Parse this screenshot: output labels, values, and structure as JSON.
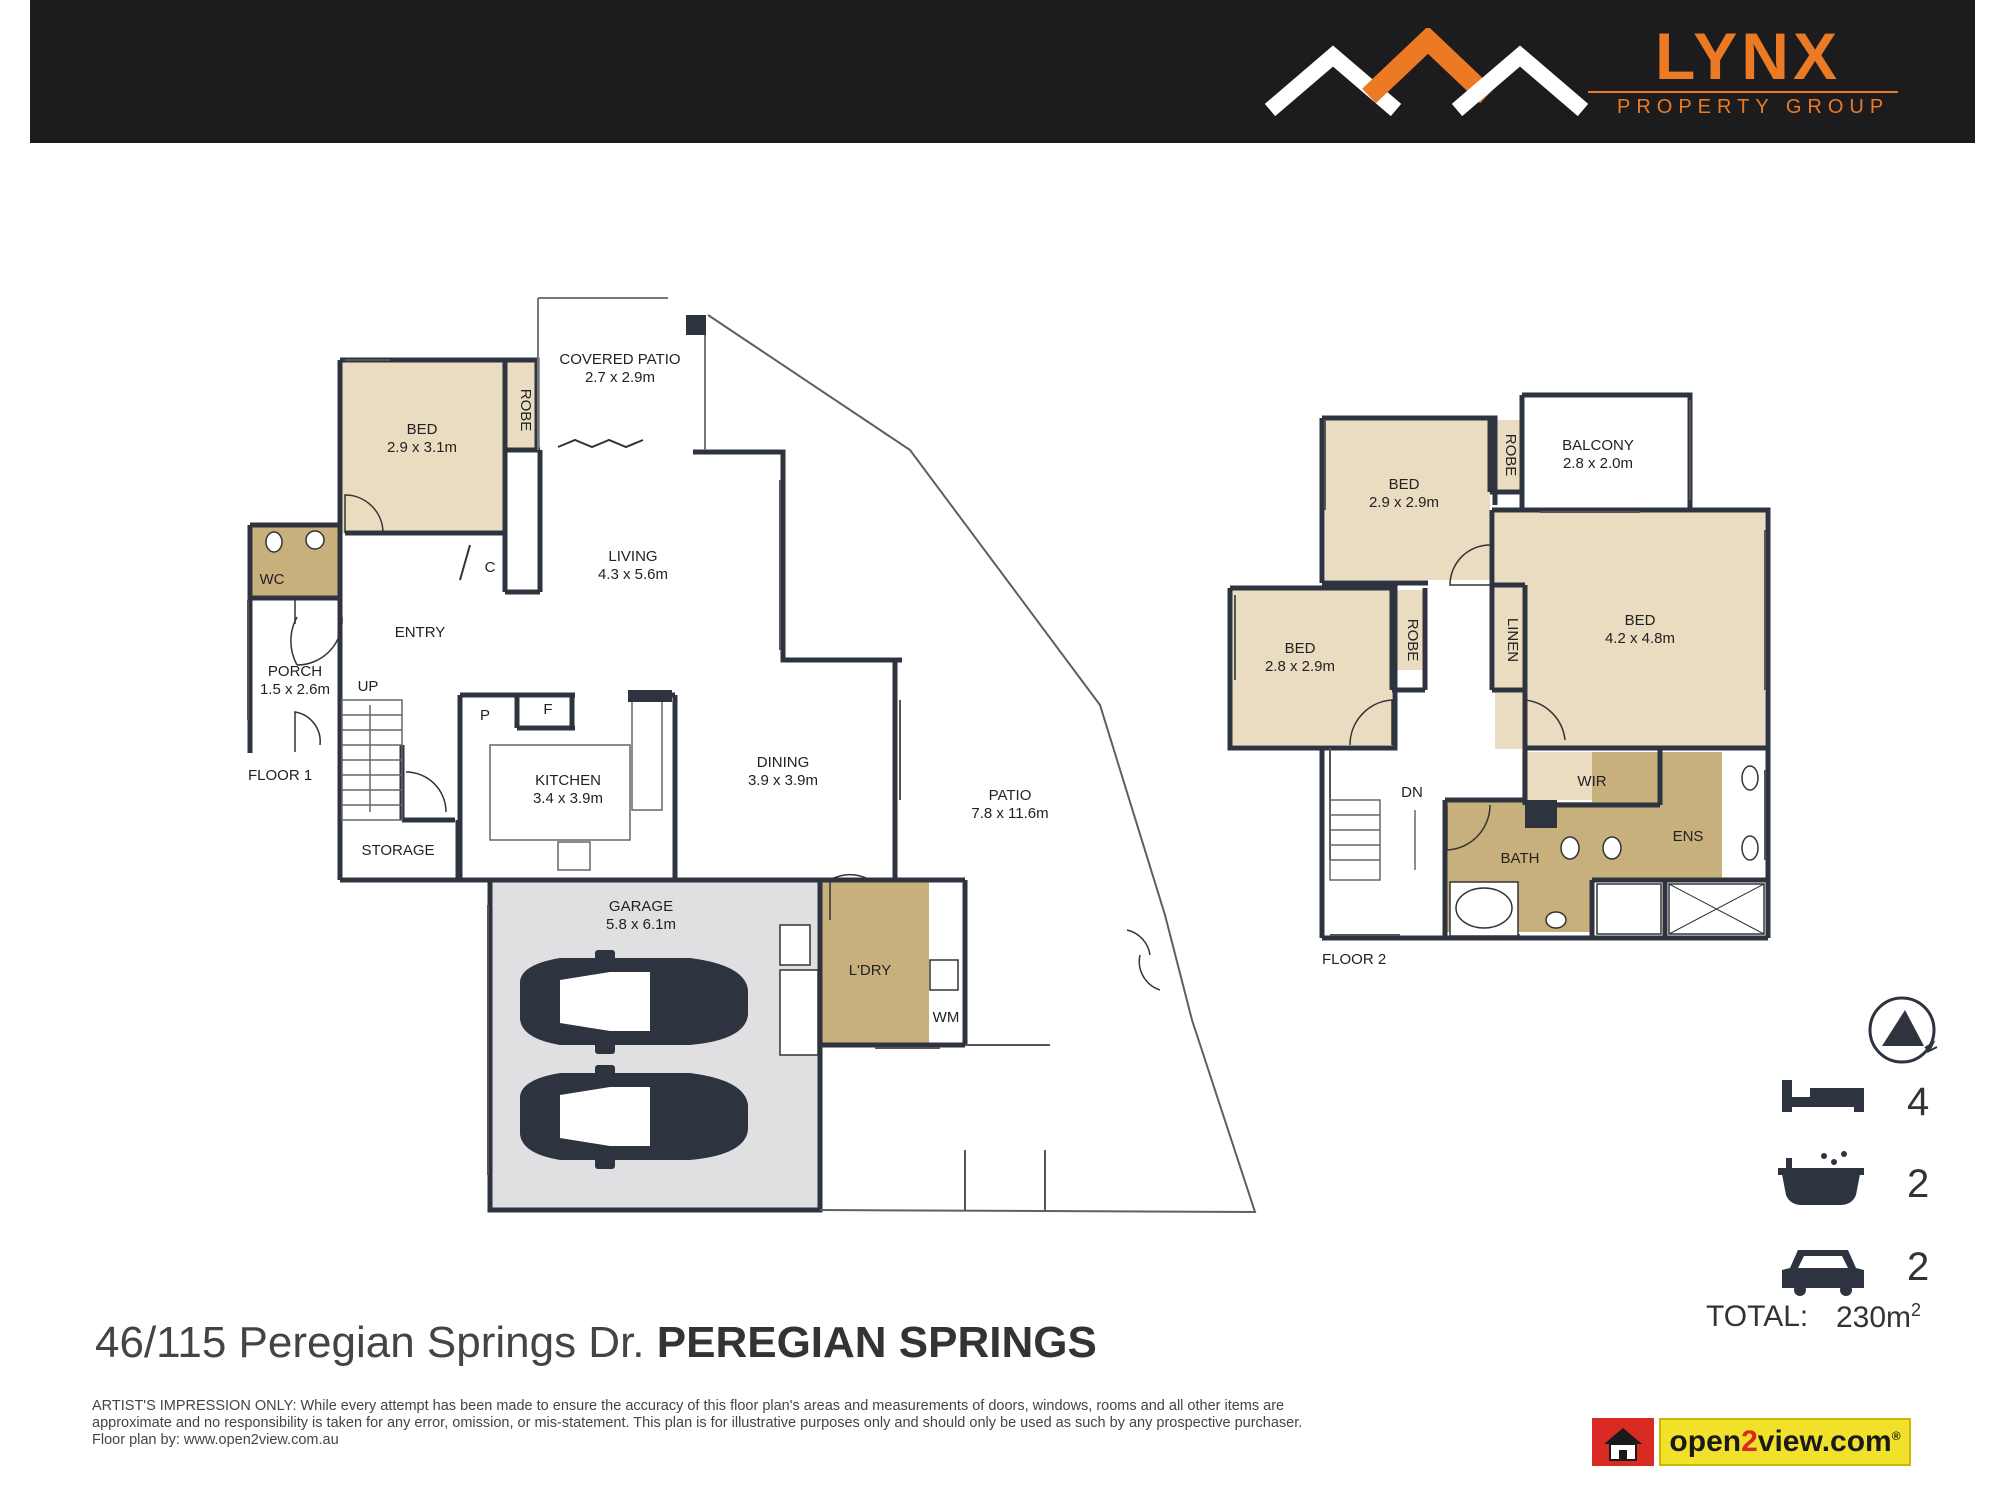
{
  "brand": {
    "name": "LYNX",
    "tagline": "PROPERTY GROUP"
  },
  "floor1": {
    "label": "FLOOR 1",
    "rooms": {
      "covered_patio": {
        "name": "COVERED PATIO",
        "size": "2.7 x 2.9m"
      },
      "bed": {
        "name": "BED",
        "size": "2.9 x 3.1m"
      },
      "robe": "ROBE",
      "living": {
        "name": "LIVING",
        "size": "4.3 x 5.6m"
      },
      "c": "C",
      "wc": "WC",
      "entry": "ENTRY",
      "porch": {
        "name": "PORCH",
        "size": "1.5 x 2.6m"
      },
      "up": "UP",
      "p": "P",
      "f": "F",
      "kitchen": {
        "name": "KITCHEN",
        "size": "3.4 x 3.9m"
      },
      "dining": {
        "name": "DINING",
        "size": "3.9 x 3.9m"
      },
      "patio": {
        "name": "PATIO",
        "size": "7.8 x 11.6m"
      },
      "storage": "STORAGE",
      "garage": {
        "name": "GARAGE",
        "size": "5.8 x 6.1m"
      },
      "laundry": "L'DRY",
      "wm": "WM"
    }
  },
  "floor2": {
    "label": "FLOOR 2",
    "rooms": {
      "balcony": {
        "name": "BALCONY",
        "size": "2.8 x 2.0m"
      },
      "bed_a": {
        "name": "BED",
        "size": "2.9 x 2.9m"
      },
      "robe_a": "ROBE",
      "bed_b": {
        "name": "BED",
        "size": "2.8 x 2.9m"
      },
      "robe_b": "ROBE",
      "linen": "LINEN",
      "bed_master": {
        "name": "BED",
        "size": "4.2 x 4.8m"
      },
      "wir": "WIR",
      "dn": "DN",
      "bath": "BATH",
      "ens": "ENS"
    }
  },
  "stats": {
    "bedrooms": "4",
    "bathrooms": "2",
    "car_spaces": "2",
    "total_label": "TOTAL:",
    "total_value": "230m",
    "total_unit_exp": "2"
  },
  "address": {
    "street": "46/115 Peregian Springs Dr.",
    "suburb": "PEREGIAN SPRINGS"
  },
  "disclaimer": [
    "ARTIST'S IMPRESSION ONLY: While every attempt has been made to ensure the accuracy of this floor plan's areas and measurements of doors, windows, rooms and all other items are",
    "approximate and no responsibility is taken for any error, omission, or mis-statement. This plan is for illustrative purposes only and should only be used as such by any prospective purchaser.",
    "Floor plan by: www.open2view.com.au"
  ],
  "open2view": {
    "open": "open",
    "two": "2",
    "view": "view.com",
    "reg": "®"
  },
  "colors": {
    "header_bg": "#1c1c1f",
    "brand_orange": "#ec7a24",
    "room_fill": "#e9dcc0",
    "garage_fill": "#e0e0e2",
    "wall": "#2e3340",
    "tile": "#c8b07c"
  },
  "icons": [
    "roof-logo-icon",
    "compass-icon",
    "bed-icon",
    "bath-icon",
    "car-icon",
    "house-badge-icon"
  ]
}
